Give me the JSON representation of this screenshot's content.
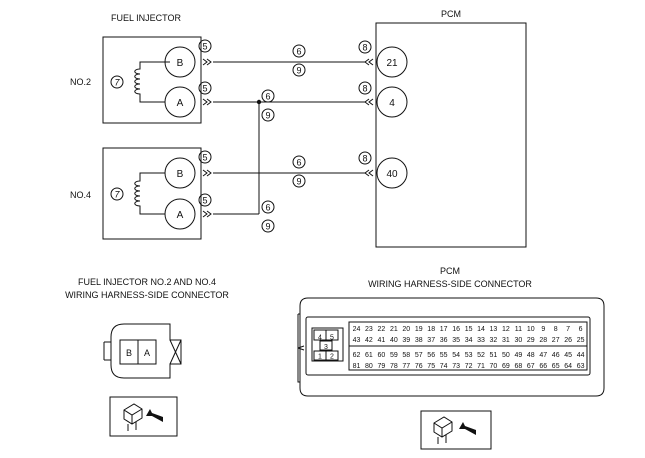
{
  "top": {
    "fuel_injector_title": "FUEL INJECTOR",
    "pcm_title": "PCM",
    "no2_label": "NO.2",
    "no4_label": "NO.4",
    "pin_B": "B",
    "pin_A": "A",
    "pcm_pins": [
      "21",
      "4",
      "40"
    ],
    "circle_5": "5",
    "circle_6": "6",
    "circle_7": "7",
    "circle_8": "8",
    "circle_9": "9"
  },
  "injector_connector": {
    "title_line1": "FUEL INJECTOR NO.2 AND NO.4",
    "title_line2": "WIRING HARNESS-SIDE CONNECTOR",
    "pin_B": "B",
    "pin_A": "A"
  },
  "pcm_connector": {
    "title_line1": "PCM",
    "title_line2": "WIRING HARNESS-SIDE CONNECTOR",
    "small_block": [
      "4",
      "5",
      "3",
      "1",
      "2"
    ],
    "row1": [
      "24",
      "23",
      "22",
      "21",
      "20",
      "19",
      "18",
      "17",
      "16",
      "15",
      "14",
      "13",
      "12",
      "11",
      "10",
      "9",
      "8",
      "7",
      "6"
    ],
    "row2": [
      "43",
      "42",
      "41",
      "40",
      "39",
      "38",
      "37",
      "36",
      "35",
      "34",
      "33",
      "32",
      "31",
      "30",
      "29",
      "28",
      "27",
      "26",
      "25"
    ],
    "row3": [
      "62",
      "61",
      "60",
      "59",
      "58",
      "57",
      "56",
      "55",
      "54",
      "53",
      "52",
      "51",
      "50",
      "49",
      "48",
      "47",
      "46",
      "45",
      "44"
    ],
    "row4": [
      "81",
      "80",
      "79",
      "78",
      "77",
      "76",
      "75",
      "74",
      "73",
      "72",
      "71",
      "70",
      "69",
      "68",
      "67",
      "66",
      "65",
      "64",
      "63"
    ]
  }
}
